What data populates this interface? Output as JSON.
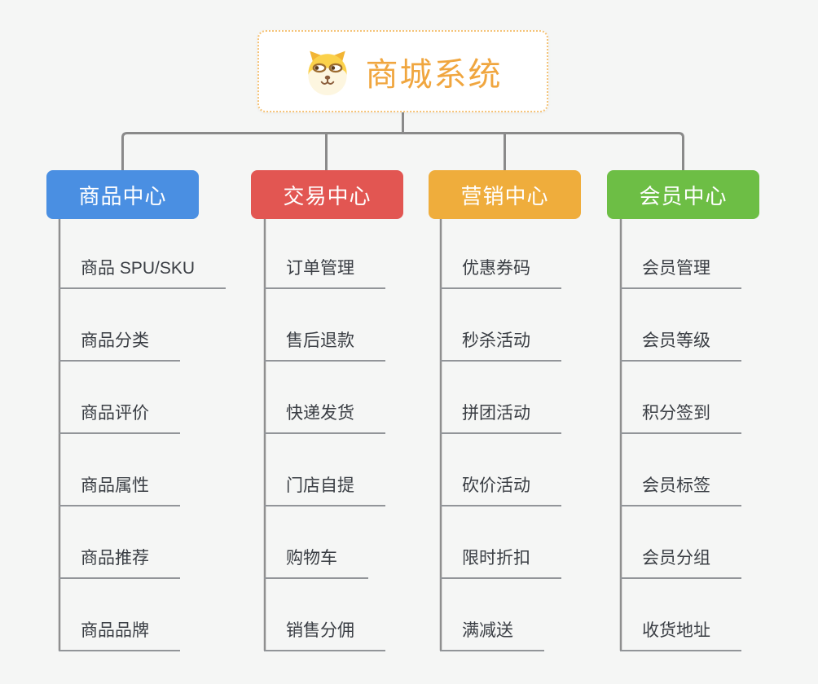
{
  "root": {
    "label": "商城系统",
    "icon": "shiba-dog-icon",
    "text_color": "#F0A63F",
    "border_color": "#F5C377",
    "background": "#FFFFFF"
  },
  "colors": {
    "canvas_background": "#F5F6F5",
    "connector": "#8A8A8A",
    "child_underline": "#929599",
    "child_text": "#3A3E44",
    "branch_text": "#FFFFFF"
  },
  "branches": [
    {
      "label": "商品中心",
      "color": "#4A8FE2",
      "children": [
        "商品 SPU/SKU",
        "商品分类",
        "商品评价",
        "商品属性",
        "商品推荐",
        "商品品牌"
      ]
    },
    {
      "label": "交易中心",
      "color": "#E25652",
      "children": [
        "订单管理",
        "售后退款",
        "快递发货",
        "门店自提",
        "购物车",
        "销售分佣"
      ]
    },
    {
      "label": "营销中心",
      "color": "#EFAD3C",
      "children": [
        "优惠券码",
        "秒杀活动",
        "拼团活动",
        "砍价活动",
        "限时折扣",
        "满减送"
      ]
    },
    {
      "label": "会员中心",
      "color": "#6DBE45",
      "children": [
        "会员管理",
        "会员等级",
        "积分签到",
        "会员标签",
        "会员分组",
        "收货地址"
      ]
    }
  ]
}
